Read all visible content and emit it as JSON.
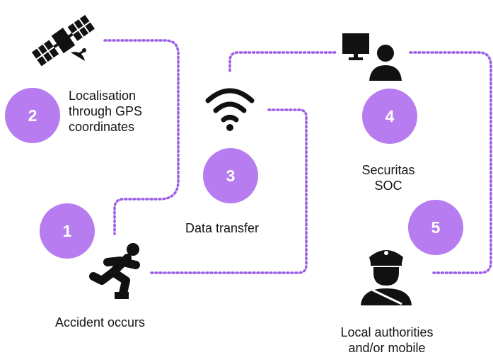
{
  "steps": [
    {
      "number": "1",
      "label": "Accident occurs"
    },
    {
      "number": "2",
      "label_lines": [
        "Localisation",
        "through GPS",
        "coordinates"
      ]
    },
    {
      "number": "3",
      "label": "Data transfer"
    },
    {
      "number": "4",
      "label_lines": [
        "Securitas",
        "SOC"
      ]
    },
    {
      "number": "5",
      "label_lines": [
        "Local authorities",
        "and/or mobile"
      ]
    }
  ],
  "icons": [
    "satellite-icon",
    "wifi-icon",
    "monitor-icon",
    "operator-icon",
    "running-person-icon",
    "police-officer-icon"
  ],
  "colors": {
    "step_circle": "#b67cf0",
    "dotted_path": "#9b5de5",
    "icon": "#111111",
    "text": "#141414"
  }
}
